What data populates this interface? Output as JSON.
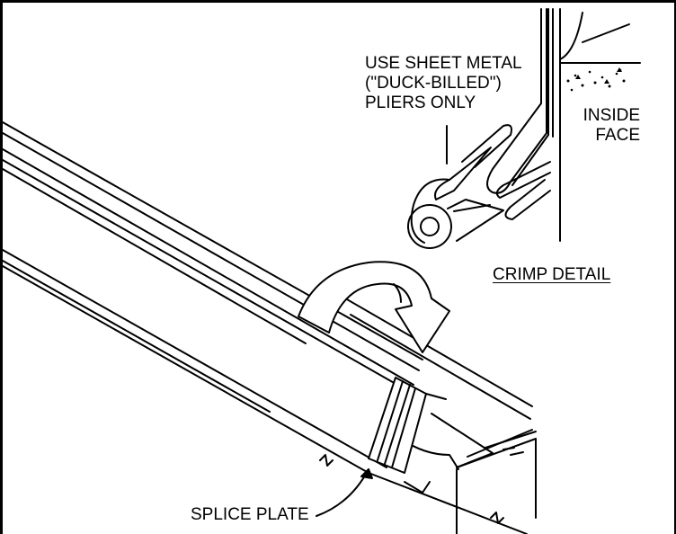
{
  "labels": {
    "pliers_line1": "USE SHEET METAL",
    "pliers_line2": "(\"DUCK-BILLED\")",
    "pliers_line3": "PLIERS ONLY",
    "inside_line1": "INSIDE",
    "inside_line2": "FACE",
    "crimp_detail": "CRIMP DETAIL",
    "splice_plate": "SPLICE PLATE"
  }
}
